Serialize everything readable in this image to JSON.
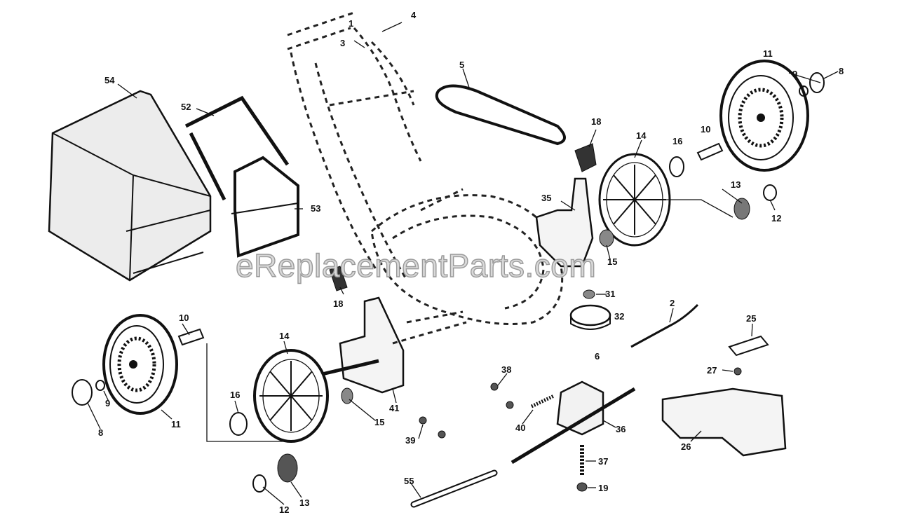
{
  "watermark": "eReplacementParts.com",
  "part_labels": [
    "1",
    "2",
    "3",
    "4",
    "5",
    "6",
    "8",
    "9",
    "10",
    "11",
    "12",
    "13",
    "14",
    "15",
    "16",
    "18",
    "19",
    "25",
    "26",
    "27",
    "31",
    "32",
    "35",
    "36",
    "37",
    "38",
    "39",
    "40",
    "41",
    "52",
    "53",
    "54",
    "55"
  ],
  "callouts": {
    "c1": "1",
    "c3": "3",
    "c4": "4",
    "c5": "5",
    "c11a": "11",
    "c9a": "9",
    "c8a": "8",
    "c18a": "18",
    "c14a": "14",
    "c16a": "16",
    "c10a": "10",
    "c13a": "13",
    "c12a": "12",
    "c35": "35",
    "c15a": "15",
    "c54": "54",
    "c52": "52",
    "c53": "53",
    "c18b": "18",
    "c31": "31",
    "c32": "32",
    "c2": "2",
    "c25": "25",
    "c6": "6",
    "c10b": "10",
    "c14b": "14",
    "c16b": "16",
    "c9b": "9",
    "c8b": "8",
    "c11b": "11",
    "c15b": "15",
    "c41": "41",
    "c38": "38",
    "c39": "39",
    "c40": "40",
    "c36": "36",
    "c27": "27",
    "c26": "26",
    "c37": "37",
    "c19": "19",
    "c55": "55",
    "c12b": "12",
    "c13b": "13"
  }
}
